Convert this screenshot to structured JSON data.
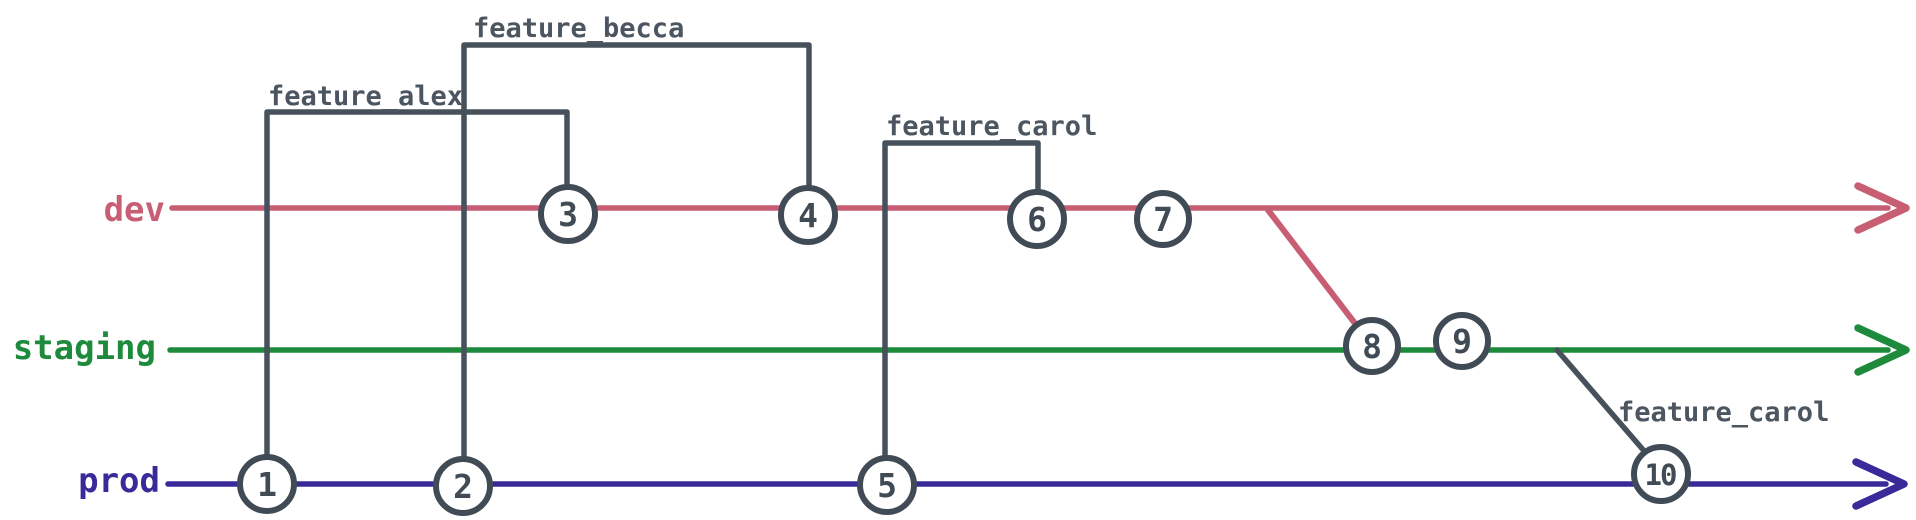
{
  "diagram": {
    "branches": [
      {
        "name": "dev",
        "color": "#c75e74"
      },
      {
        "name": "staging",
        "color": "#1d8a3c"
      },
      {
        "name": "prod",
        "color": "#382a99"
      }
    ],
    "feature_labels": [
      {
        "text": "feature_alex"
      },
      {
        "text": "feature_becca"
      },
      {
        "text": "feature_carol"
      },
      {
        "text": "feature_carol"
      }
    ],
    "commits": [
      "1",
      "2",
      "3",
      "4",
      "5",
      "6",
      "7",
      "8",
      "9",
      "10"
    ],
    "colors": {
      "feature_path": "#47515c",
      "commit_stroke": "#414b55",
      "commit_fill": "#ffffff",
      "feature_label_text": "#4c5660"
    }
  }
}
